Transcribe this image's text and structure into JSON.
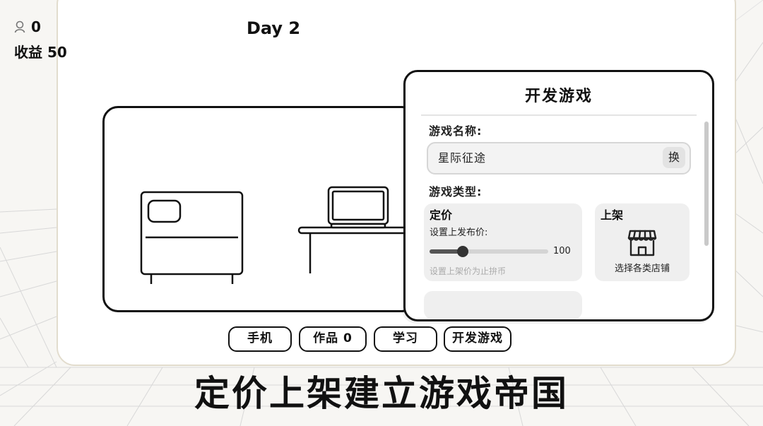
{
  "hud": {
    "fans_icon": "person-icon",
    "fans_count": "0",
    "income": "收益 50",
    "day": "Day 2"
  },
  "dev_panel": {
    "title": "开发游戏",
    "name_label": "游戏名称:",
    "name_value": "星际征途",
    "swap_label": "换",
    "type_label": "游戏类型:",
    "price_card": {
      "title": "定价",
      "label": "设置上发布价:",
      "value": "100",
      "slider_fraction": 0.28,
      "hint": "设置上架价为止拚币"
    },
    "shelf_card": {
      "title": "上架",
      "icon": "store-icon",
      "label": "选择各类店铺"
    }
  },
  "nav": {
    "phone": "手机",
    "works": "作品 0",
    "learn": "学习",
    "develop": "开发游戏"
  },
  "slogan": "定价上架建立游戏帝国",
  "colors": {
    "background": "#f7f6f3",
    "frame_border": "#e2dccd",
    "ink": "#111111",
    "card": "#efefef"
  }
}
